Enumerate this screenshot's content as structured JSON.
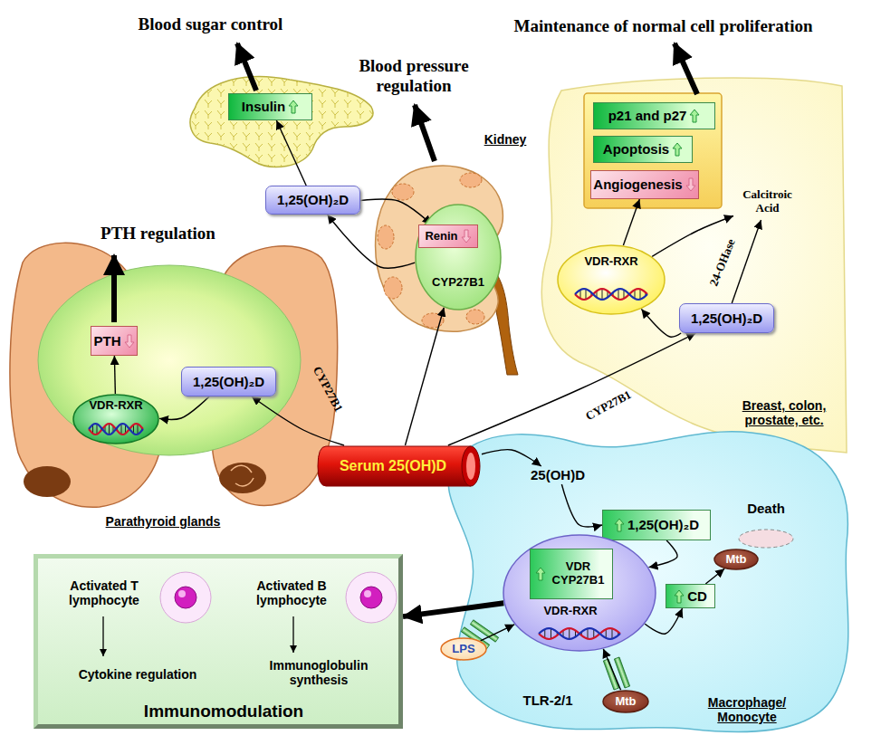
{
  "diagram": {
    "nodes": [
      {
        "text": [
          "Insulin"
        ]
      },
      {
        "text": [
          "1,25(OH)₂D"
        ]
      },
      {
        "text": [
          "CYP27B1"
        ]
      },
      {
        "text": [
          "Renin"
        ],
        "in": 2
      },
      {
        "text": [
          "p21 and p27"
        ]
      },
      {
        "text": [
          "Apoptosis"
        ]
      },
      {
        "text": [
          "Angiogenesis"
        ]
      },
      {
        "text": [
          "VDR-RXR"
        ]
      },
      {
        "text": [
          "1,25(OH)₂D"
        ]
      },
      {
        "text": [
          "Calcitroic Acid"
        ]
      },
      {
        "text": [
          "PTH"
        ]
      },
      {
        "text": [
          "1,25(OH)₂D"
        ]
      },
      {
        "text": [
          "VDR-RXR"
        ]
      },
      {
        "text": [
          "Serum 25(OH)D"
        ]
      },
      {
        "text": [
          "25(OH)D"
        ]
      },
      {
        "text": [
          "1,25(OH)₂D"
        ]
      },
      {
        "text": [
          "VDR-RXR"
        ]
      },
      {
        "text": [
          "VDR CYP27B1"
        ],
        "in": 16
      },
      {
        "text": [
          "CD"
        ]
      },
      {
        "text": [
          "Death"
        ]
      },
      {
        "text": [
          "Mtb"
        ]
      },
      {
        "text": [
          "LPS"
        ]
      },
      {
        "text": [
          "Mtb"
        ]
      },
      {
        "text": [
          "Activated T lymphocyte",
          "Cytokine regulation",
          "Activated B lymphocyte",
          "Immunoglobulin synthesis",
          "Immunomodulation"
        ]
      }
    ],
    "edges": [
      {
        "from": 13,
        "to": 2,
        "arrow": "to"
      },
      {
        "from": 2,
        "to": 1,
        "arrow": "to"
      },
      {
        "from": 1,
        "to": 0,
        "arrow": "to"
      },
      {
        "from": 1,
        "to": 3,
        "arrow": "to"
      },
      {
        "from": 13,
        "to": 11,
        "label": "CYP27B1",
        "arrow": "to"
      },
      {
        "from": 11,
        "to": 12,
        "arrow": "to"
      },
      {
        "from": 12,
        "to": 10,
        "arrow": "to"
      },
      {
        "from": 13,
        "to": 8,
        "label": "CYP27B1",
        "arrow": "to"
      },
      {
        "from": 8,
        "to": 7,
        "arrow": "to"
      },
      {
        "from": 8,
        "to": 9,
        "label": "24-OHase",
        "arrow": "to"
      },
      {
        "from": 7,
        "to": 9,
        "arrow": "to"
      },
      {
        "from": 7,
        "to": 6,
        "arrow": "to"
      },
      {
        "from": 13,
        "to": 14,
        "arrow": "to"
      },
      {
        "from": 14,
        "to": 15,
        "arrow": "to"
      },
      {
        "from": 15,
        "to": 16,
        "arrow": "to"
      },
      {
        "from": 16,
        "to": 18,
        "arrow": "to"
      },
      {
        "from": 18,
        "to": 20,
        "arrow": "to"
      },
      {
        "from": 21,
        "to": 16,
        "arrow": "to"
      },
      {
        "from": 22,
        "to": 16,
        "arrow": "to"
      },
      {
        "from": 16,
        "to": 23,
        "arrow": "to"
      }
    ],
    "labels": [
      "Blood sugar control",
      "Blood pressure regulation",
      "Kidney",
      "Maintenance of normal cell proliferation",
      "PTH regulation",
      "Parathyroid glands",
      "Breast, colon, prostate, etc.",
      "TLR-2/1",
      "Macrophage/ Monocyte"
    ]
  }
}
